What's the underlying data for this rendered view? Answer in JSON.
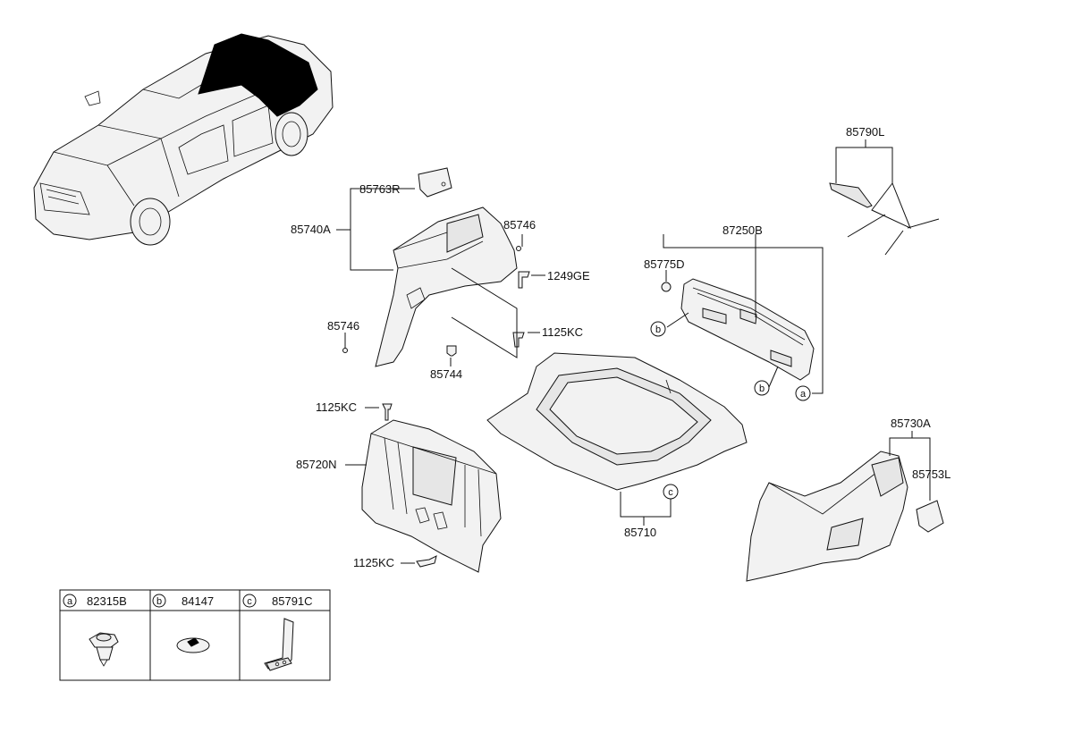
{
  "labels": {
    "p85763R": "85763R",
    "p85740A": "85740A",
    "p85746_top": "85746",
    "p1249GE": "1249GE",
    "p85746_left": "85746",
    "p1125KC_mid": "1125KC",
    "p85744": "85744",
    "p87250B": "87250B",
    "p85775D": "85775D",
    "p85790L": "85790L",
    "p1125KC_top": "1125KC",
    "p85720N": "85720N",
    "p1125KC_bottom": "1125KC",
    "p85710": "85710",
    "p85730A": "85730A",
    "p85753L": "85753L"
  },
  "callouts": {
    "a": "a",
    "b": "b",
    "c": "c"
  },
  "legend": [
    {
      "key": "a",
      "part": "82315B"
    },
    {
      "key": "b",
      "part": "84147"
    },
    {
      "key": "c",
      "part": "85791C"
    }
  ]
}
